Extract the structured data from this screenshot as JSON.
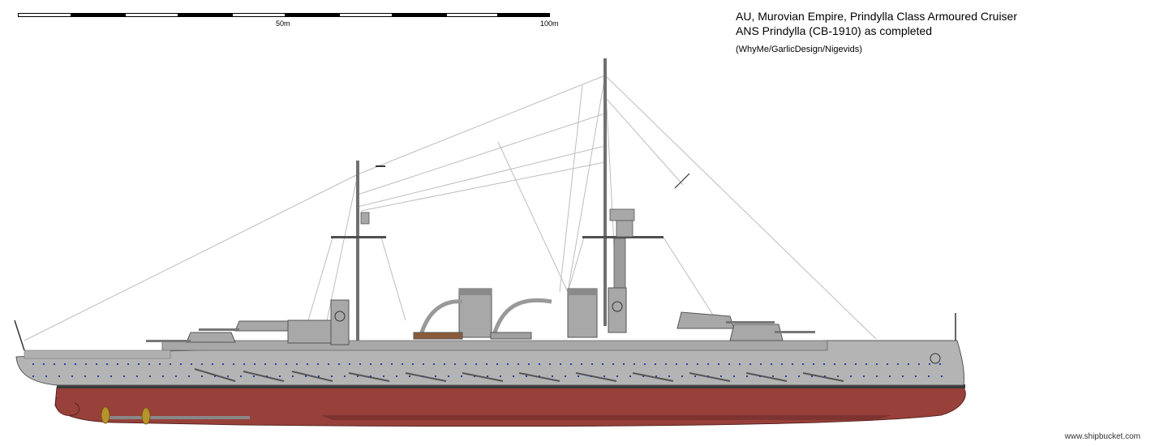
{
  "scale": {
    "label_mid": "50m",
    "label_end": "100m"
  },
  "title": {
    "line1": "AU, Murovian Empire, Prindylla Class Armoured Cruiser",
    "line2": "ANS Prindylla (CB-1910) as completed",
    "line3": "(WhyMe/GarlicDesign/Nigevids)"
  },
  "credit": "www.shipbucket.com",
  "colors": {
    "hull_grey": "#b4b4b4",
    "hull_red": "#98403a",
    "boot_topping": "#3a3a3a",
    "superstructure": "#a8a8a8",
    "porthole": "#2c3fa0",
    "propeller": "#b8932a"
  }
}
